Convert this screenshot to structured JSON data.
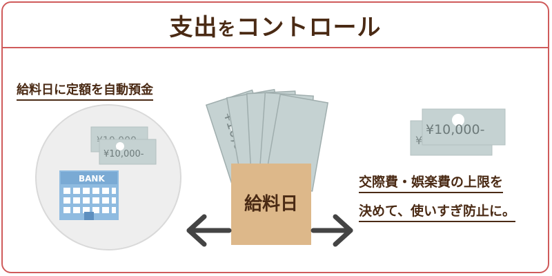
{
  "title": {
    "main_a": "支出",
    "connector": "を",
    "main_b": "コントロール"
  },
  "left_panel": {
    "caption": "給料日に定額を自動預金",
    "bank_label": "BANK",
    "bill_back_label": "¥10,000",
    "bill_front_label": "¥10,000-"
  },
  "center_panel": {
    "bill_label": "¥10,000",
    "box_label": "給料日"
  },
  "right_panel": {
    "bill_label": "¥10,000-",
    "bill_back_label": "¥",
    "caption_line1": "交際費・娯楽費の上限を",
    "caption_line2": "決めて、使いすぎ防止に。"
  },
  "colors": {
    "border": "#cf5a5a",
    "text": "#4a2a14",
    "bill": "#c5d2d2",
    "bill_text": "#7d8a8a",
    "box": "#ddb88a",
    "bank": "#8fbbe0",
    "circle": "#eeeeee",
    "arrow": "#444444"
  }
}
